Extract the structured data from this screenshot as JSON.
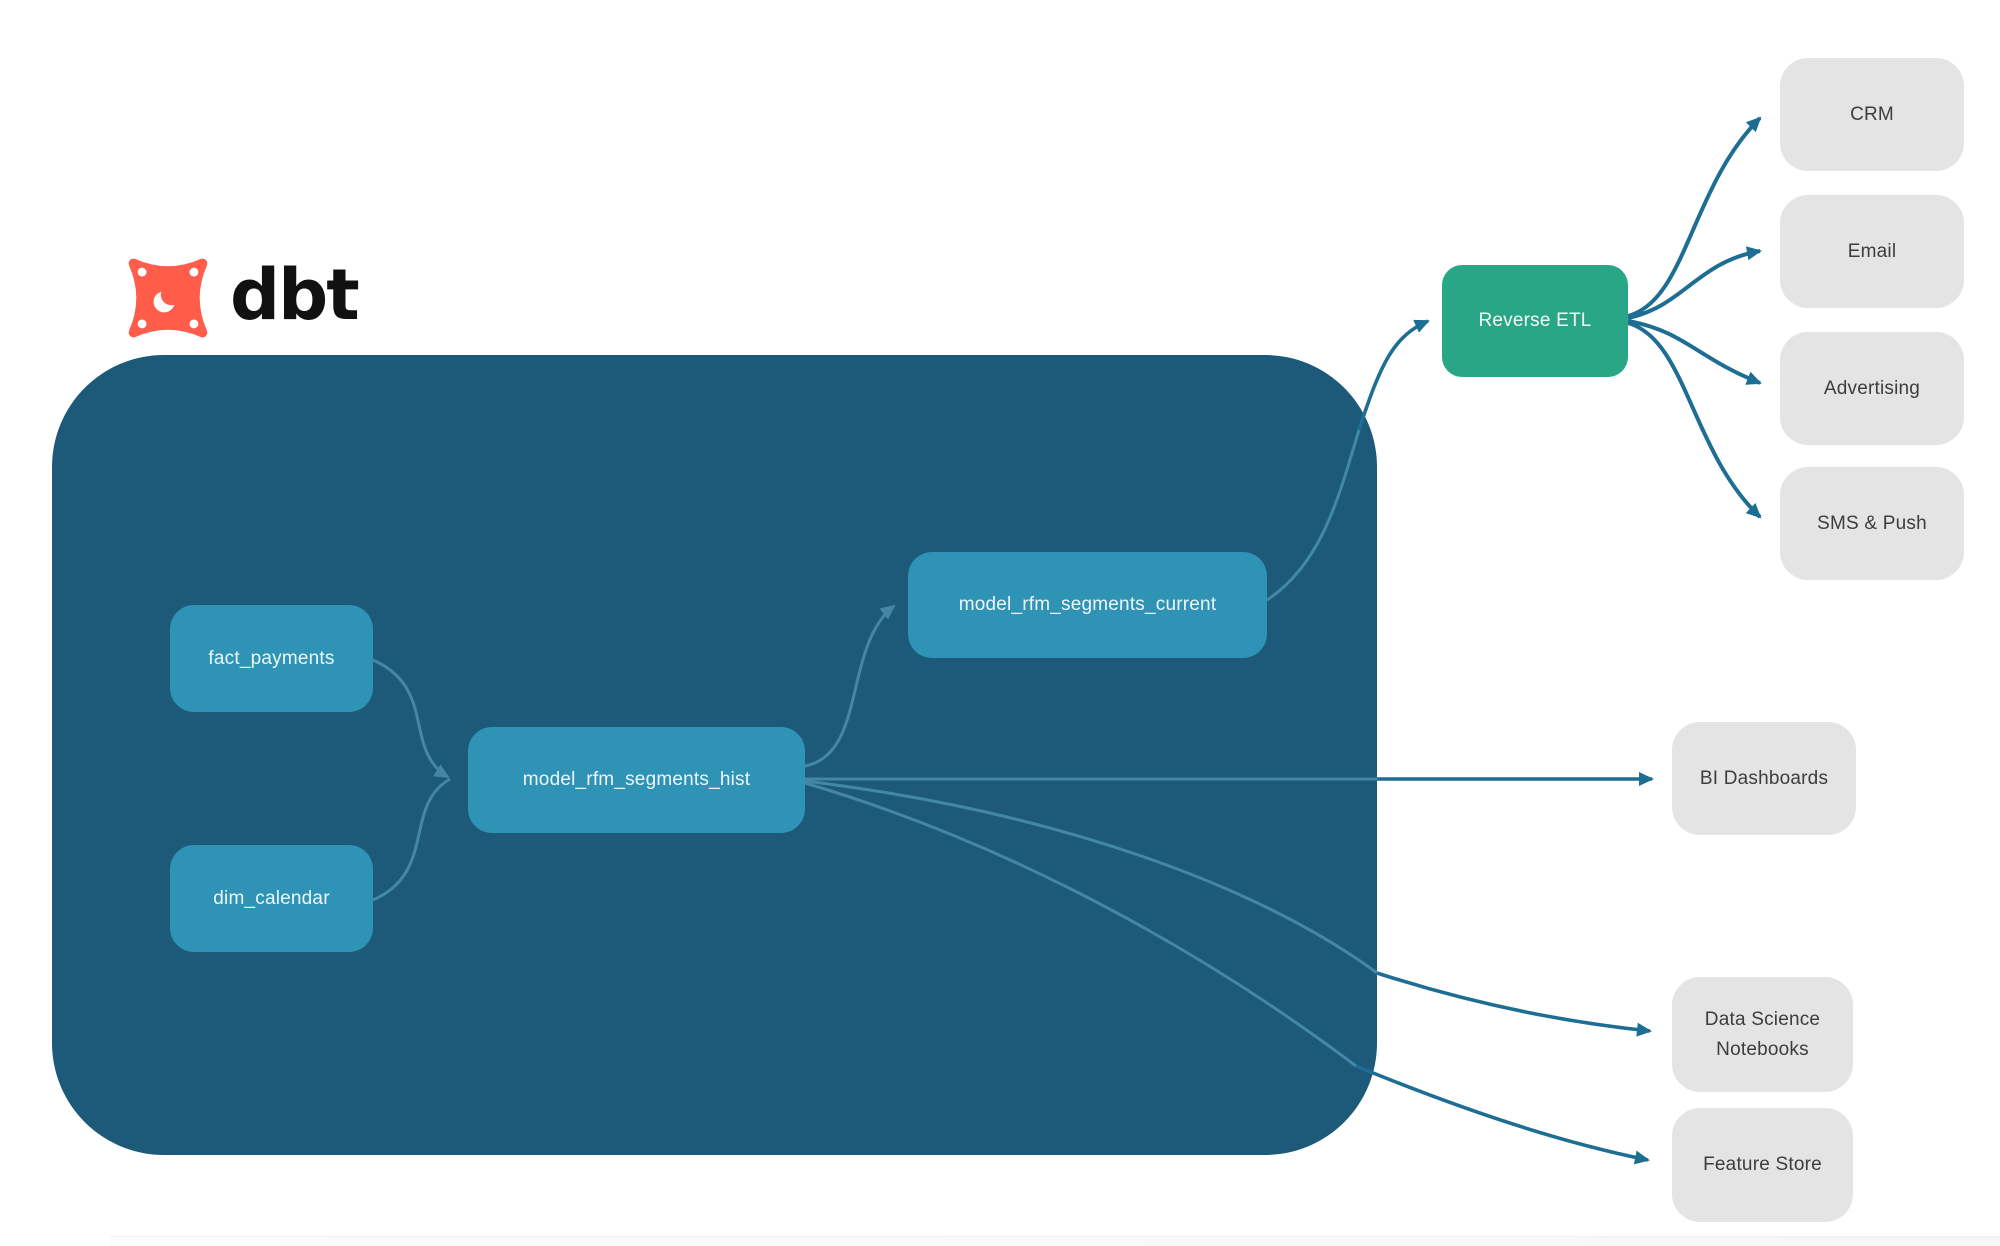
{
  "logo": {
    "brand": "dbt"
  },
  "colors": {
    "container": "#1d5a7a",
    "model_node": "#2e93b5",
    "reverse_etl_node": "#28a685",
    "destination_node": "#e4e4e4",
    "edge_inside": "#4a90ac",
    "edge_outside": "#1d6e92",
    "logo_orange": "#ff5c4a"
  },
  "nodes": {
    "fact_payments": "fact_payments",
    "dim_calendar": "dim_calendar",
    "model_hist": "model_rfm_segments_hist",
    "model_current": "model_rfm_segments_current",
    "reverse_etl": "Reverse ETL",
    "crm": "CRM",
    "email": "Email",
    "advertising": "Advertising",
    "sms_push": "SMS & Push",
    "bi_dashboards": "BI Dashboards",
    "ds_notebooks": "Data Science Notebooks",
    "feature_store": "Feature Store"
  }
}
